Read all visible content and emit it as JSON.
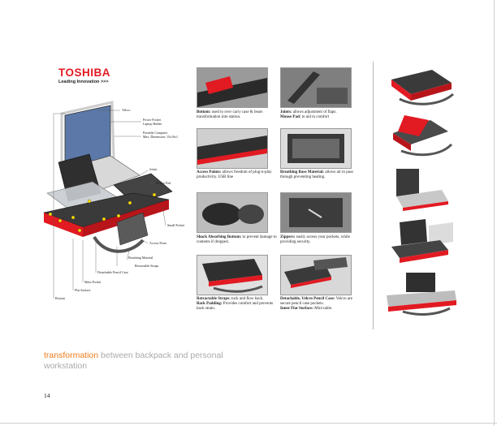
{
  "brand": {
    "logo": "TOSHIBA",
    "tagline": "Leading Innovation >>>"
  },
  "diagram": {
    "labels": {
      "velcro": "Velcro",
      "power_pocket": "Power Pocket",
      "laptop_holder": "Laptop Holder",
      "portable_computer": "Portable Computer",
      "max_dimension": "Max. Dimension: 15x10x1",
      "joints": "Joints",
      "mouse_pad": "Mouse Pad",
      "small_pocket": "Small Pocket",
      "access_point": "Access Point",
      "breathing_material": "Breathing Material",
      "retractable_straps": "Retractable Straps",
      "detachable_pencil_case": "Detachable Pencil Case",
      "main_pocket": "Main Pocket",
      "flat_surface": "Flat Surface",
      "bottom": "Bottom"
    }
  },
  "features": [
    {
      "title": "Bottom:",
      "text": "used to over carry case & bears transformation into station."
    },
    {
      "title": "Joints:",
      "text": "allows adjustment of flaps.",
      "title2": "Mouse Pad:",
      "text2": "to aid in comfort"
    },
    {
      "title": "Access Points:",
      "text": "allows freedom of plug-n-play productivity. USB line"
    },
    {
      "title": "Breathing Base Material:",
      "text": "allows air to pass through preventing heating."
    },
    {
      "title": "Shock Absorbing Bottom:",
      "text": "to prevent damage to contents if dropped."
    },
    {
      "title": "Zippers:",
      "text": "easily access your pockets, while providing security."
    },
    {
      "title": "Retractable Straps:",
      "text": "tuck and flow back.",
      "title2": "Back Padding:",
      "text2": "Provides comfort and prevents back strain."
    },
    {
      "title": "Detachable, Velcro Pencil Case:",
      "text": "Velcro are secure pencil case pockets.",
      "title2": "Inner Flat Surface:",
      "text2": "Mini table."
    }
  ],
  "footer": {
    "highlight": "transformation",
    "rest": " between backpack and personal workstation"
  },
  "page_number": "14",
  "colors": {
    "brand_red": "#e21a22",
    "accent_orange": "#f07a1a",
    "bag_dark": "#3a3a3a",
    "screen_blue": "#5b78a8"
  }
}
